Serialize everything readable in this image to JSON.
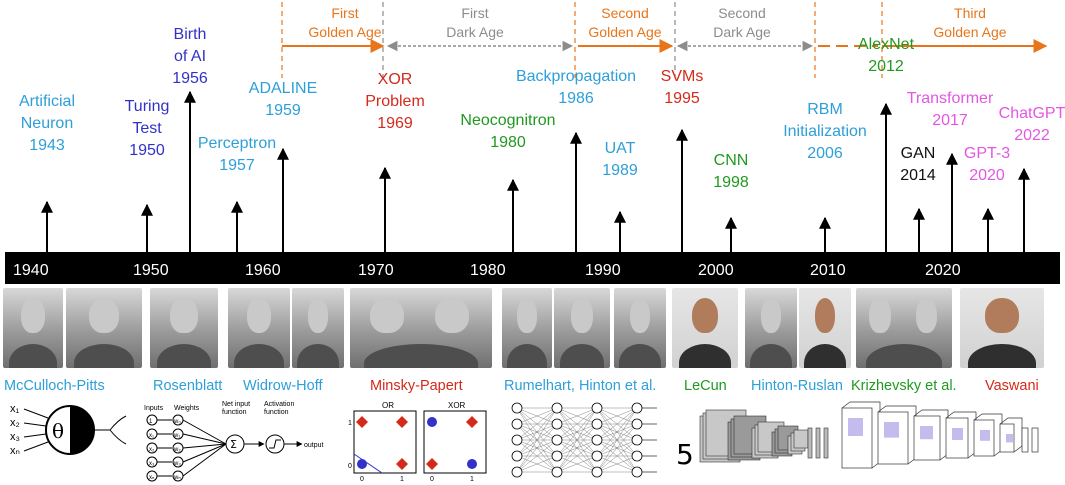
{
  "colors": {
    "age_orange": "#e8751a",
    "age_gray": "#8c8c8c",
    "light_blue": "#2e9fd9",
    "dark_blue": "#3232c8",
    "green": "#1f9a1f",
    "red": "#d42a1a",
    "magenta": "#e456e4",
    "black": "#111111",
    "timeline_bar": "#000000"
  },
  "ages": [
    {
      "line1": "First",
      "line2": "Golden Age",
      "kind": "golden"
    },
    {
      "line1": "First",
      "line2": "Dark Age",
      "kind": "dark"
    },
    {
      "line1": "Second",
      "line2": "Golden Age",
      "kind": "golden"
    },
    {
      "line1": "Second",
      "line2": "Dark Age",
      "kind": "dark"
    },
    {
      "line1": "Third",
      "line2": "Golden Age",
      "kind": "golden"
    }
  ],
  "decades": [
    "1940",
    "1950",
    "1960",
    "1970",
    "1980",
    "1990",
    "2000",
    "2010",
    "2020"
  ],
  "milestones": [
    {
      "lines": [
        "Artificial",
        "Neuron",
        "1943"
      ],
      "color": "light_blue"
    },
    {
      "lines": [
        "Turing",
        "Test",
        "1950"
      ],
      "color": "dark_blue"
    },
    {
      "lines": [
        "Birth",
        "of AI",
        "1956"
      ],
      "color": "dark_blue"
    },
    {
      "lines": [
        "Perceptron",
        "1957"
      ],
      "color": "light_blue"
    },
    {
      "lines": [
        "ADALINE",
        "1959"
      ],
      "color": "light_blue"
    },
    {
      "lines": [
        "XOR",
        "Problem",
        "1969"
      ],
      "color": "red"
    },
    {
      "lines": [
        "Neocognitron",
        "1980"
      ],
      "color": "green"
    },
    {
      "lines": [
        "Backpropagation",
        "1986"
      ],
      "color": "light_blue"
    },
    {
      "lines": [
        "UAT",
        "1989"
      ],
      "color": "light_blue"
    },
    {
      "lines": [
        "SVMs",
        "1995"
      ],
      "color": "red"
    },
    {
      "lines": [
        "CNN",
        "1998"
      ],
      "color": "green"
    },
    {
      "lines": [
        "RBM",
        "Initialization",
        "2006"
      ],
      "color": "light_blue"
    },
    {
      "lines": [
        "AlexNet",
        "2012"
      ],
      "color": "green"
    },
    {
      "lines": [
        "GAN",
        "2014"
      ],
      "color": "black"
    },
    {
      "lines": [
        "Transformer",
        "2017"
      ],
      "color": "magenta"
    },
    {
      "lines": [
        "GPT-3",
        "2020"
      ],
      "color": "magenta"
    },
    {
      "lines": [
        "ChatGPT",
        "2022"
      ],
      "color": "magenta"
    }
  ],
  "people": [
    {
      "name": "McCulloch-Pitts",
      "color": "light_blue"
    },
    {
      "name": "Rosenblatt",
      "color": "light_blue"
    },
    {
      "name": "Widrow-Hoff",
      "color": "light_blue"
    },
    {
      "name": "Minsky-Papert",
      "color": "red"
    },
    {
      "name": "Rumelhart, Hinton et al.",
      "color": "light_blue"
    },
    {
      "name": "LeCun",
      "color": "green"
    },
    {
      "name": "Hinton-Ruslan",
      "color": "light_blue"
    },
    {
      "name": "Krizhevsky et al.",
      "color": "green"
    },
    {
      "name": "Vaswani",
      "color": "red"
    }
  ],
  "figures": {
    "neuron": {
      "inputs": [
        "x₁",
        "x₂",
        "x₃",
        "xₙ"
      ],
      "symbol": "θ"
    },
    "perceptron": {
      "labels": [
        "Inputs",
        "Weights",
        "Net input",
        "function",
        "Activation",
        "function",
        "output"
      ],
      "inputs": [
        "1",
        "x₁",
        "x₂",
        "x₃",
        "xₙ"
      ],
      "weights": [
        "w₀",
        "w₁",
        "w₂",
        "w₃",
        "wₙ"
      ],
      "sum": "Σ"
    },
    "xor_plot": {
      "titles": [
        "OR",
        "XOR"
      ],
      "ticks": [
        "0",
        "1"
      ]
    },
    "cnn_digit": "5"
  }
}
